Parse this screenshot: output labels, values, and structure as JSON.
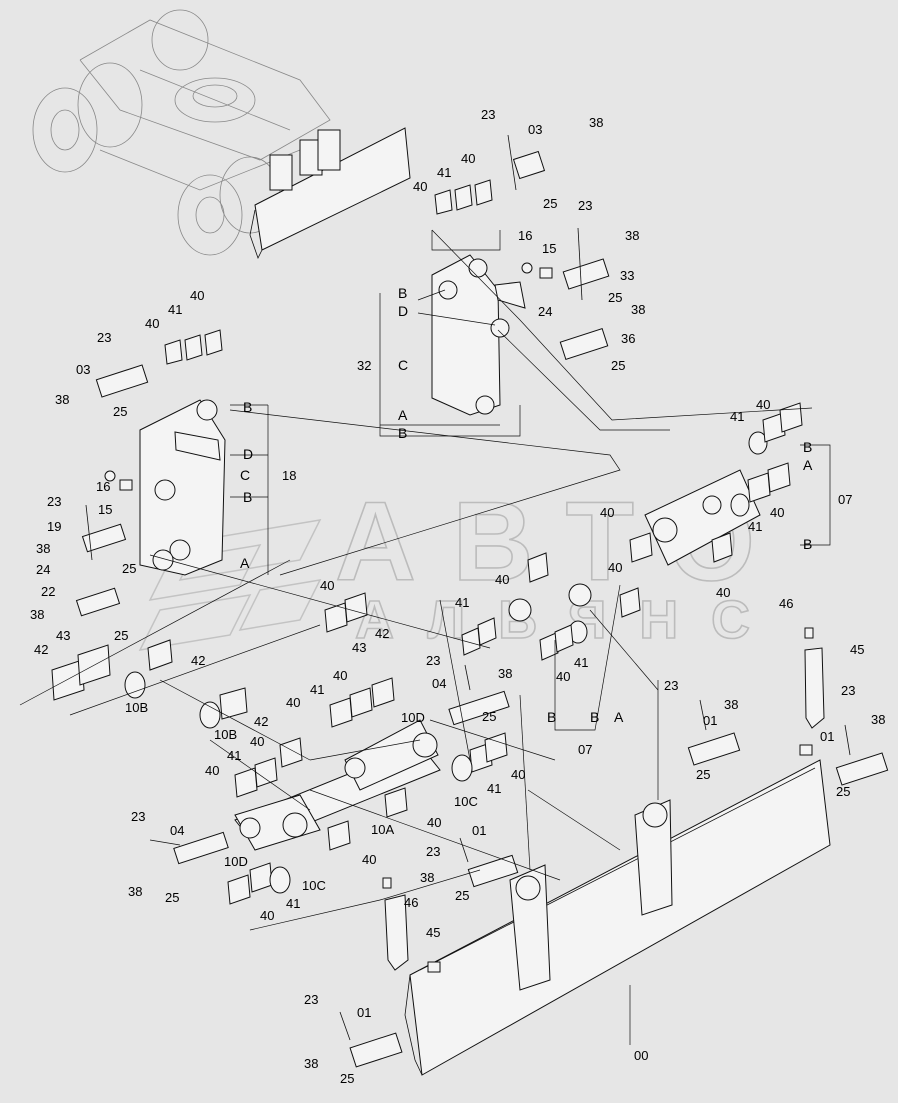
{
  "watermark": {
    "line1": "АВТО",
    "line2": "АЛЬЯНС"
  },
  "callouts": {
    "c1": "23",
    "c2": "03",
    "c3": "38",
    "c4": "40",
    "c5": "41",
    "c6": "40",
    "c7": "25",
    "c8": "16",
    "c9": "15",
    "c10": "23",
    "c11": "38",
    "c12": "33",
    "c13": "25",
    "c14": "24",
    "c15": "38",
    "c16": "36",
    "c17": "25",
    "c18": "B",
    "c19": "D",
    "c20": "32",
    "c21": "C",
    "c22": "A",
    "c23": "B",
    "c24": "40",
    "c25": "41",
    "c26": "40",
    "c27": "23",
    "c28": "03",
    "c29": "38",
    "c30": "25",
    "c31": "B",
    "c32": "D",
    "c33": "C",
    "c34": "18",
    "c35": "B",
    "c36": "16",
    "c37": "23",
    "c38": "15",
    "c39": "19",
    "c40": "38",
    "c41": "24",
    "c42": "25",
    "c43": "A",
    "c44": "22",
    "c45": "38",
    "c46": "25",
    "c47": "43",
    "c48": "42",
    "c49": "42",
    "c50": "10B",
    "c51": "40",
    "c52": "41",
    "c53": "B",
    "c54": "A",
    "c55": "07",
    "c56": "40",
    "c57": "41",
    "c58": "40",
    "c59": "B",
    "c60": "40",
    "c61": "40",
    "c62": "40",
    "c63": "41",
    "c64": "42",
    "c65": "43",
    "c66": "40",
    "c67": "23",
    "c68": "38",
    "c69": "04",
    "c70": "25",
    "c71": "41",
    "c72": "40",
    "c73": "B",
    "c74": "B",
    "c75": "A",
    "c76": "07",
    "c77": "40",
    "c78": "41",
    "c79": "40",
    "c80": "10D",
    "c81": "42",
    "c82": "10B",
    "c83": "41",
    "c84": "40",
    "c85": "40",
    "c86": "40",
    "c87": "41",
    "c88": "10C",
    "c89": "40",
    "c90": "10A",
    "c91": "23",
    "c92": "04",
    "c93": "10D",
    "c94": "38",
    "c95": "25",
    "c96": "40",
    "c97": "23",
    "c98": "01",
    "c99": "38",
    "c100": "25",
    "c101": "10C",
    "c102": "41",
    "c103": "40",
    "c104": "46",
    "c105": "45",
    "c106": "46",
    "c107": "45",
    "c108": "23",
    "c109": "38",
    "c110": "01",
    "c111": "25",
    "c112": "23",
    "c113": "01",
    "c114": "38",
    "c115": "25",
    "c116": "23",
    "c117": "01",
    "c118": "38",
    "c119": "25",
    "c120": "00"
  }
}
